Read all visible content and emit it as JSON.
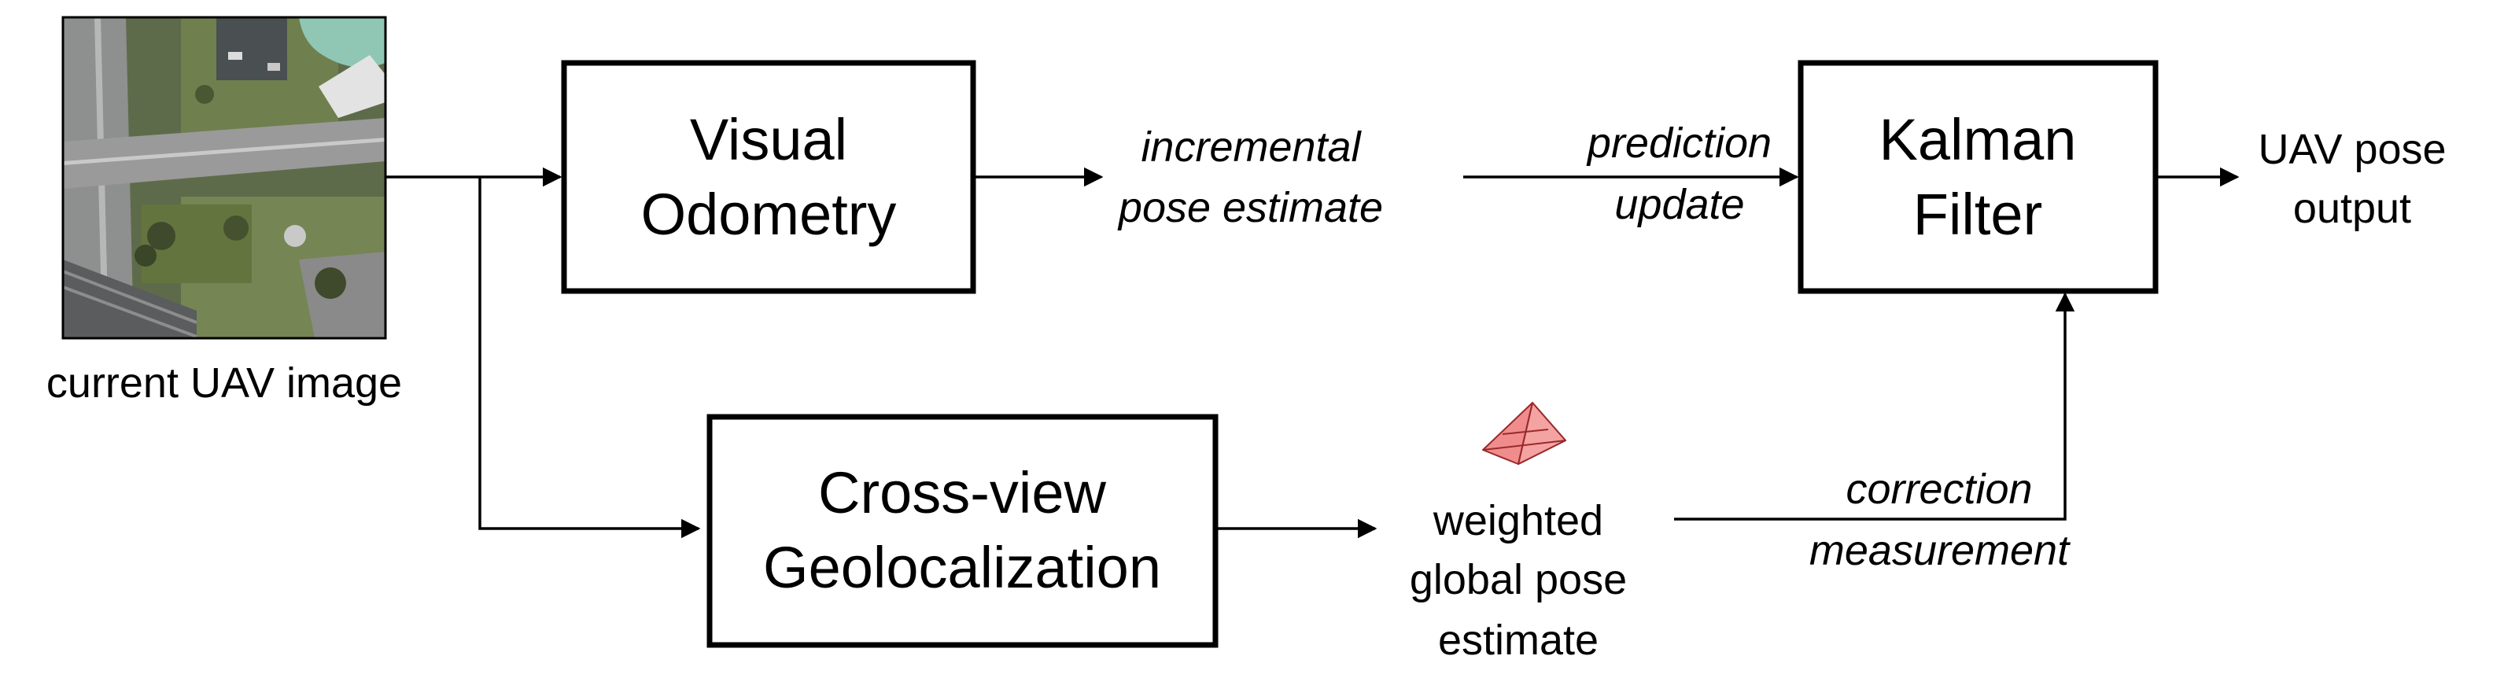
{
  "input": {
    "caption": "current UAV image",
    "image_icon": "aerial-photo-icon"
  },
  "blocks": {
    "visual_odometry": [
      "Visual",
      "Odometry"
    ],
    "cross_view": [
      "Cross-view",
      "Geolocalization"
    ],
    "kalman_filter": [
      "Kalman",
      "Filter"
    ]
  },
  "signals": {
    "incremental": [
      "incremental",
      "pose estimate"
    ],
    "prediction": [
      "prediction",
      "update"
    ],
    "weighted": [
      "weighted",
      "global pose",
      "estimate"
    ],
    "correction": [
      "correction",
      "measurement"
    ],
    "output": [
      "UAV pose",
      "output"
    ]
  },
  "marker": {
    "icon": "pyramid-icon",
    "color": "#f08c8c"
  },
  "colors": {
    "line": "#000000",
    "background": "#ffffff"
  }
}
